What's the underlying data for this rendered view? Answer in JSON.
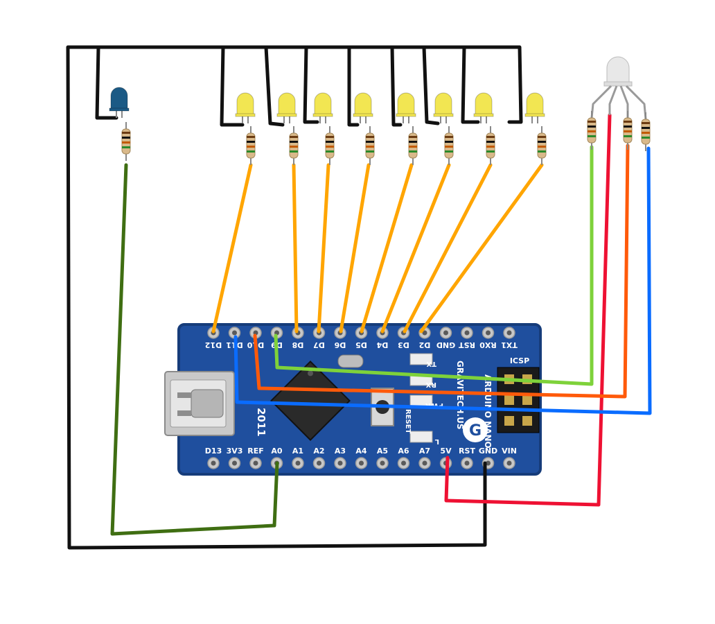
{
  "board": {
    "top_pin_labels": [
      "D12",
      "D11",
      "D10",
      "D9",
      "D8",
      "D7",
      "D6",
      "D5",
      "D4",
      "D3",
      "D2",
      "GND",
      "RST",
      "RX0",
      "TX1"
    ],
    "bottom_pin_labels": [
      "D13",
      "3V3",
      "REF",
      "A0",
      "A1",
      "A2",
      "A3",
      "A4",
      "A5",
      "A6",
      "A7",
      "5V",
      "RST",
      "GND",
      "VIN"
    ],
    "year_text": "2011",
    "icsp_label": "ICSP",
    "logo_letter": "G",
    "tx_label": "TX",
    "rx_label": "RX",
    "pwr_label": "PWR",
    "l_label": "L",
    "reset_label": "RESET",
    "gravitech_text": "GRAVITECH.US",
    "arduino_text": "ARDUINO NANO",
    "colors": {
      "board": "#1f4f9e",
      "board_edge": "#163c7a",
      "pad": "#c8c8c8",
      "chip": "#2a2a2a"
    }
  },
  "components": {
    "blue_led_color": "#1b5a85",
    "yellow_led_color": "#f2e652",
    "rgb_led_color": "#e8e8e8",
    "resistor_color": "#d9b98a"
  },
  "wires": {
    "black": "#111111",
    "dark_green": "#3f6e12",
    "orange": "#ffa500",
    "light_green": "#7ed23a",
    "red": "#ee1133",
    "red_orange": "#ff5a0a",
    "blue": "#0a6cff"
  }
}
